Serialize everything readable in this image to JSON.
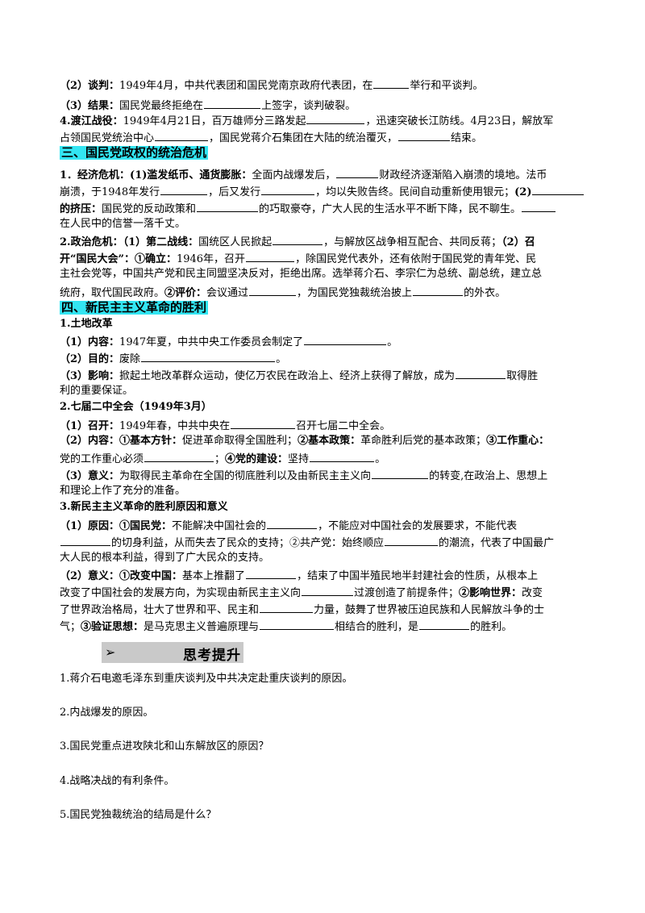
{
  "lines": [
    [
      {
        "t": "（2）谈判：",
        "b": 1
      },
      {
        "t": "1949年4月，中共代表团和国民党南京政府代表团，在"
      },
      {
        "w": 44
      },
      {
        "t": "举行和平谈判。"
      }
    ],
    [
      {
        "t": "（3）结果：",
        "b": 1
      },
      {
        "t": "国民党最终拒绝在"
      },
      {
        "w": 70
      },
      {
        "t": "上签字，谈判破裂。"
      }
    ],
    [
      {
        "t": "4.渡江战役：",
        "b": 1
      },
      {
        "t": "1949年4月21日，百万雄师分三路发起"
      },
      {
        "w": 72
      },
      {
        "t": "，迅速突破长江防线。4月23日，解放军"
      }
    ],
    [
      {
        "t": "占领国民党统治中心"
      },
      {
        "w": 66
      },
      {
        "t": "，国民党蒋介石集团在大陆的统治覆灭，"
      },
      {
        "w": 64
      },
      {
        "t": "结束。"
      }
    ],
    [
      {
        "t": "三、国民党政权的统治危机",
        "h": 1
      }
    ],
    [
      {
        "t": "1．经济危机：(1)滥发纸币、通货膨胀：",
        "b": 1
      },
      {
        "t": "全面内战爆发后，"
      },
      {
        "w": 52
      },
      {
        "t": "财政经济逐渐陷入崩溃的境地。法币"
      }
    ],
    [
      {
        "t": "崩溃，于1948年发行"
      },
      {
        "w": 58
      },
      {
        "t": "，后又发行"
      },
      {
        "w": 66
      },
      {
        "t": "，均以失败告终。民间自动重新使用银元；"
      },
      {
        "t": "(2)",
        "b": 1
      },
      {
        "w": 66
      }
    ],
    [
      {
        "t": "的挤压：",
        "b": 1
      },
      {
        "t": "国民党的反动政策和"
      },
      {
        "w": 76
      },
      {
        "t": "的巧取豪夺，广大人民的生活水平不断下降，民不聊生。"
      },
      {
        "w": 42
      }
    ],
    [
      {
        "t": "在人民中的信誉一落千丈。"
      }
    ],
    [
      {
        "t": "2.政治危机：（1）第二战线：",
        "b": 1
      },
      {
        "t": "国统区人民掀起"
      },
      {
        "w": 62
      },
      {
        "t": "，与解放区战争相互配合、共同反蒋；"
      },
      {
        "t": "（2）召",
        "b": 1
      }
    ],
    [
      {
        "t": "开“国民大会”：①确立：",
        "b": 1
      },
      {
        "t": "1946年，召开"
      },
      {
        "w": 60
      },
      {
        "t": "，除国民党代表外，还有依附于国民党的青年党、民"
      }
    ],
    [
      {
        "t": "主社会党等，中国共产党和民主同盟坚决反对，拒绝出席。选举蒋介石、李宗仁为总统、副总统，建立总"
      }
    ],
    [
      {
        "t": "统府，取代国民政府。"
      },
      {
        "t": "②评价：",
        "b": 1
      },
      {
        "t": "会议通过"
      },
      {
        "w": 58
      },
      {
        "t": "，为国民党独裁统治披上"
      },
      {
        "w": 62
      },
      {
        "t": "的外衣。"
      }
    ],
    [
      {
        "t": "四、新民主主义革命的胜利",
        "h": 1
      }
    ],
    [
      {
        "t": "1.土地改革",
        "b": 1
      }
    ],
    [
      {
        "t": "（1）内容：",
        "b": 1
      },
      {
        "t": "1947年夏，中共中央工作委员会制定了"
      },
      {
        "w": 102
      },
      {
        "t": "。"
      }
    ],
    [
      {
        "t": "（2）目的：",
        "b": 1
      },
      {
        "t": "废除"
      },
      {
        "w": 166
      },
      {
        "t": "。"
      }
    ],
    [
      {
        "t": "（3）影响：",
        "b": 1
      },
      {
        "t": "掀起土地改革群众运动，使亿万农民在政治上、经济上获得了解放，成为"
      },
      {
        "w": 62
      },
      {
        "t": "取得胜"
      }
    ],
    [
      {
        "t": "利的重要保证。"
      }
    ],
    [
      {
        "t": "2.七届二中全会（1949年3月）",
        "b": 1
      }
    ],
    [
      {
        "t": "（1）召开：",
        "b": 1
      },
      {
        "t": "1949年春，中共中央在"
      },
      {
        "w": 80
      },
      {
        "t": "召开七届二中全会。"
      }
    ],
    [
      {
        "t": "（2）内容：①基本方针：",
        "b": 1
      },
      {
        "t": "促进革命取得全国胜利；"
      },
      {
        "t": "②基本政策：",
        "b": 1
      },
      {
        "t": "革命胜利后党的基本政策；"
      },
      {
        "t": "③工作重心：",
        "b": 1
      }
    ],
    [
      {
        "t": "党的工作重心必须"
      },
      {
        "w": 86
      },
      {
        "t": "；"
      },
      {
        "t": "④党的建设：",
        "b": 1
      },
      {
        "t": "坚持"
      },
      {
        "w": 80
      },
      {
        "t": "。"
      }
    ],
    [
      {
        "t": "（3）意义：",
        "b": 1
      },
      {
        "t": "为取得民主革命在全国的彻底胜利以及由新民主主义向"
      },
      {
        "w": 70
      },
      {
        "t": "的转变,在政治上、思想上"
      }
    ],
    [
      {
        "t": "和理论上作了充分的准备。"
      }
    ],
    [
      {
        "t": "3.新民主主义革命的胜利原因和意义",
        "b": 1
      }
    ],
    [
      {
        "t": "（1）原因：①国民党：",
        "b": 1
      },
      {
        "t": "不能解决中国社会的"
      },
      {
        "w": 62
      },
      {
        "t": "，不能应对中国社会的发展要求，不能代表"
      }
    ],
    [
      {
        "w": 62
      },
      {
        "t": "的切身利益，从而失去了民众的支持；②共产党：始终顺应"
      },
      {
        "w": 66
      },
      {
        "t": "的潮流，代表了中国最广"
      }
    ],
    [
      {
        "t": "大人民的根本利益，得到了广大民众的支持。"
      }
    ],
    [
      {
        "t": "（2）意义：①改变中国：",
        "b": 1
      },
      {
        "t": "基本上推翻了"
      },
      {
        "w": 62
      },
      {
        "t": "，结束了中国半殖民地半封建社会的性质，从根本上"
      }
    ],
    [
      {
        "t": "改变了中国社会的发展方向，为实现由新民主主义向"
      },
      {
        "w": 64
      },
      {
        "t": "过渡创造了前提条件；"
      },
      {
        "t": "②影响世界：",
        "b": 1
      },
      {
        "t": "改变"
      }
    ],
    [
      {
        "t": "了世界政治格局，壮大了世界和平、民主和"
      },
      {
        "w": 66
      },
      {
        "t": "力量，鼓舞了世界被压迫民族和人民解放斗争的士"
      }
    ],
    [
      {
        "t": "气；"
      },
      {
        "t": "③验证思想：",
        "b": 1
      },
      {
        "t": "是马克思主义普遍原理与"
      },
      {
        "w": 92
      },
      {
        "t": "相结合的胜利，是"
      },
      {
        "w": 62
      },
      {
        "t": "的胜利。"
      }
    ]
  ],
  "think": {
    "arrow": "➢",
    "title": "思考提升"
  },
  "questions": [
    "1.蒋介石电邀毛泽东到重庆谈判及中共决定赴重庆谈判的原因。",
    "2.内战爆发的原因。",
    "3.国民党重点进攻陕北和山东解放区的原因？",
    "4.战略决战的有利条件。",
    "5.国民党独裁统治的结局是什么？"
  ]
}
